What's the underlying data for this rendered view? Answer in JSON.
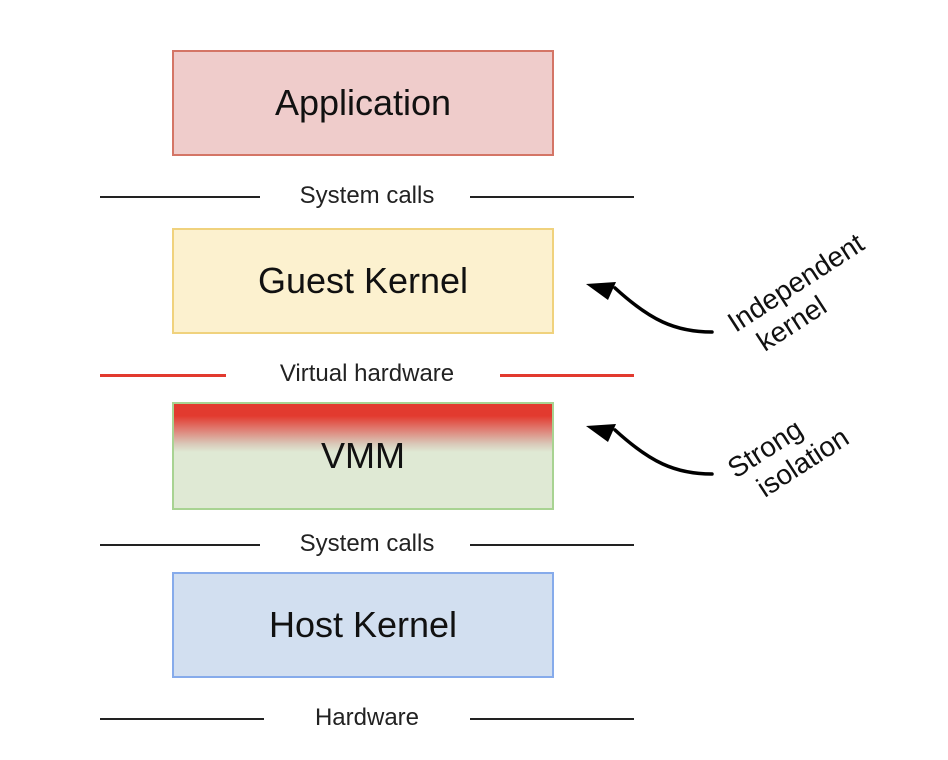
{
  "layers": {
    "application": "Application",
    "guest_kernel": "Guest Kernel",
    "vmm": "VMM",
    "host_kernel": "Host Kernel"
  },
  "separators": {
    "system_calls_top": "System calls",
    "virtual_hardware": "Virtual hardware",
    "system_calls_bottom": "System calls",
    "hardware": "Hardware"
  },
  "annotations": {
    "independent_kernel": {
      "line1": "Independent",
      "line2": "kernel"
    },
    "strong_isolation": {
      "line1": "Strong",
      "line2": "isolation"
    }
  },
  "colors": {
    "application_fill": "#efcccb",
    "guest_kernel_fill": "#fcf1cf",
    "vmm_fill": "#dfe9d4",
    "vmm_isolation_band": "#e23a2f",
    "host_kernel_fill": "#d2dff0",
    "virtual_hardware_line": "#e23a2f"
  }
}
